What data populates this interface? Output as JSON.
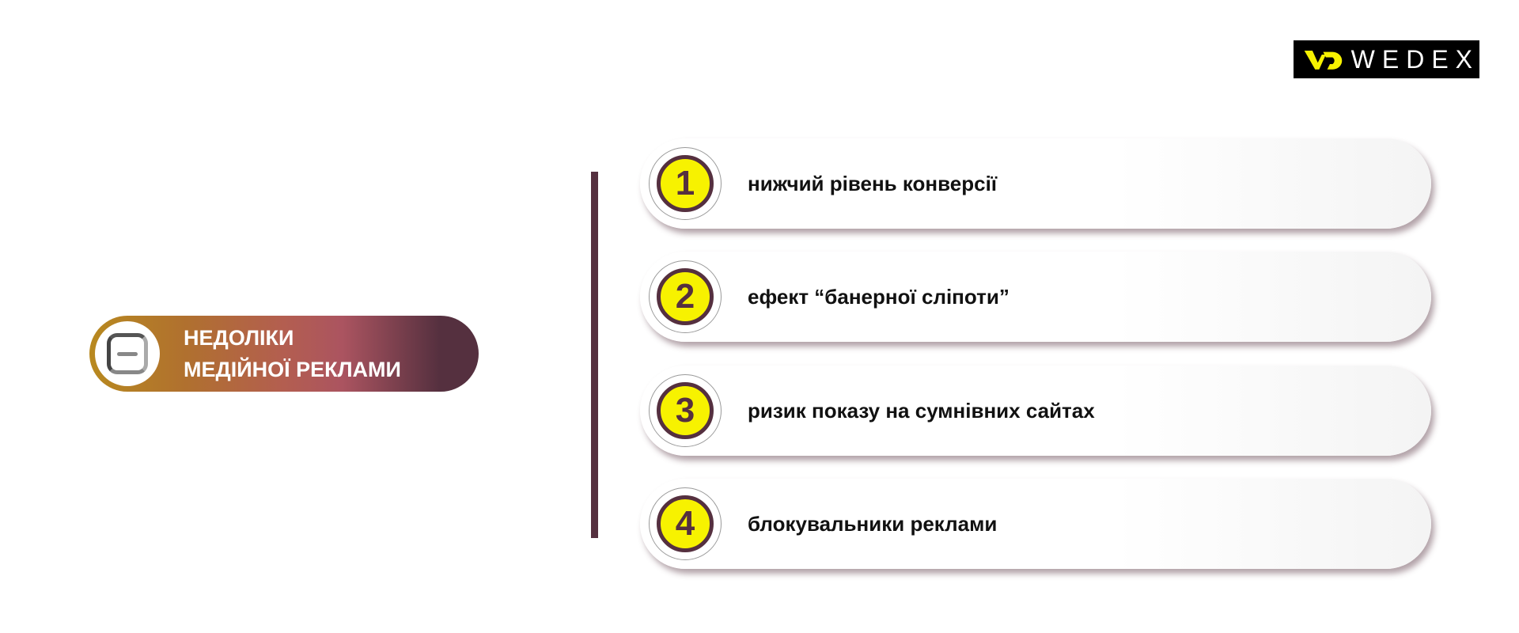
{
  "logo": {
    "text": "WEDEX",
    "accent": "#f7f200"
  },
  "header": {
    "line1": "НЕДОЛІКИ",
    "line2": "МЕДІЙНОЇ РЕКЛАМИ",
    "icon": "minus-square-icon"
  },
  "items": [
    {
      "number": "1",
      "label": "нижчий рівень конверсії"
    },
    {
      "number": "2",
      "label": "ефект “банерної сліпоти”"
    },
    {
      "number": "3",
      "label": "ризик показу на сумнівних сайтах"
    },
    {
      "number": "4",
      "label": "блокувальники реклами"
    }
  ],
  "colors": {
    "accent": "#55303f",
    "yellow": "#f7f200"
  }
}
